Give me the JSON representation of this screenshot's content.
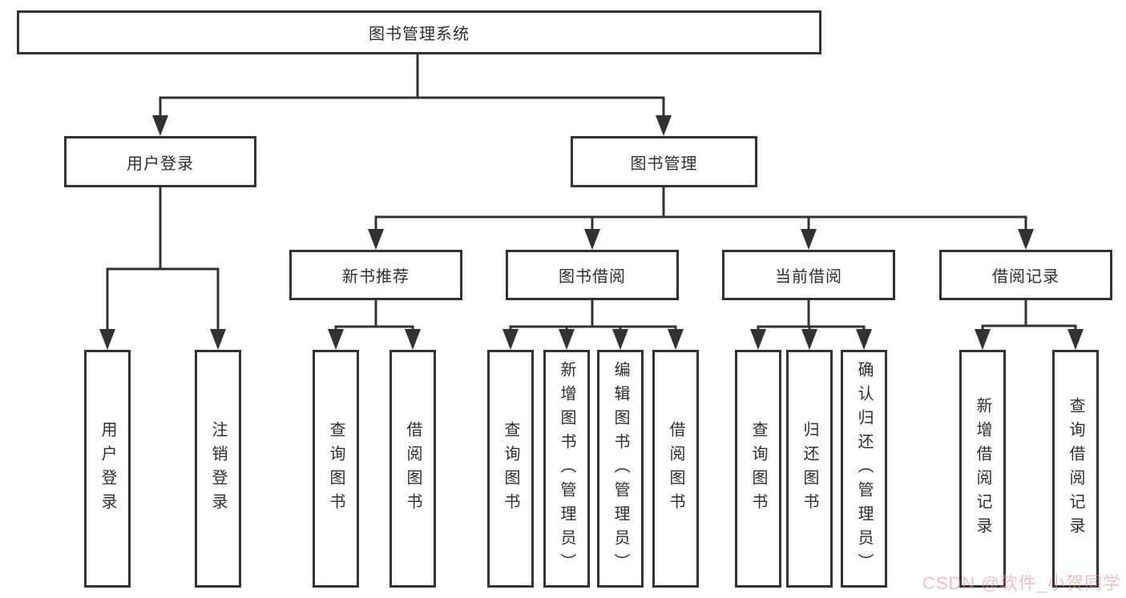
{
  "diagram": {
    "root": {
      "label": "图书管理系统"
    },
    "branches": [
      {
        "label": "用户登录",
        "children": [
          {
            "label": "用户登录"
          },
          {
            "label": "注销登录"
          }
        ]
      },
      {
        "label": "图书管理",
        "children": [
          {
            "label": "新书推荐",
            "children": [
              {
                "label": "查询图书"
              },
              {
                "label": "借阅图书"
              }
            ]
          },
          {
            "label": "图书借阅",
            "children": [
              {
                "label": "查询图书"
              },
              {
                "label": "新增图书（管理员）"
              },
              {
                "label": "编辑图书（管理员）"
              },
              {
                "label": "借阅图书"
              }
            ]
          },
          {
            "label": "当前借阅",
            "children": [
              {
                "label": "查询图书"
              },
              {
                "label": "归还图书"
              },
              {
                "label": "确认归还（管理员）"
              }
            ]
          },
          {
            "label": "借阅记录",
            "children": [
              {
                "label": "新增借阅记录"
              },
              {
                "label": "查询借阅记录"
              }
            ]
          }
        ]
      }
    ]
  },
  "watermark": {
    "text": "CSDN @软件_小贺同学"
  },
  "colors": {
    "line": "#323232",
    "border": "#323232",
    "text": "#2e2e2e",
    "background": "#ffffff",
    "watermark": "rgba(235,140,138,0.55)"
  }
}
